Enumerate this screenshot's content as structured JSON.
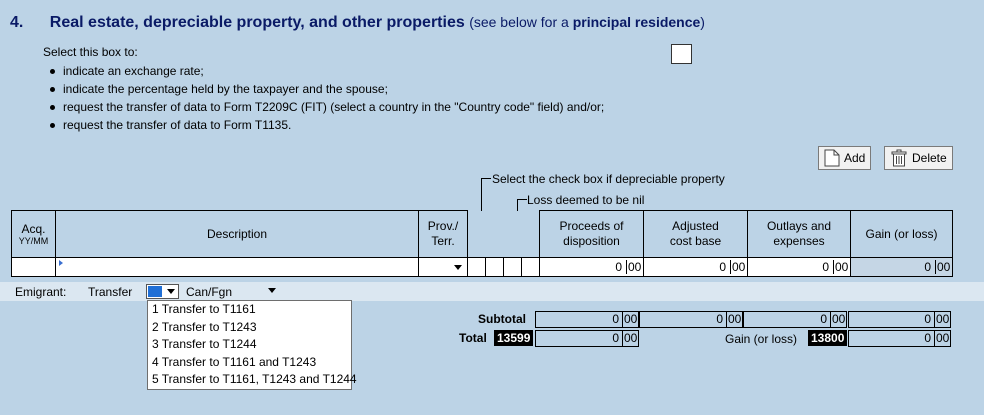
{
  "section": {
    "number": "4.",
    "title": "Real estate, depreciable property, and other properties",
    "note_pre": "(see below for a ",
    "note_bold": "principal residence",
    "note_post": ")"
  },
  "intro": "Select this box to:",
  "bullets": [
    "indicate an exchange rate;",
    "indicate the percentage held by the taxpayer and the spouse;",
    "request the transfer of data to Form T2209C (FIT) (select a country in the \"Country code\" field) and/or;",
    "request the transfer of data to Form T1135."
  ],
  "buttons": {
    "add": "Add",
    "delete": "Delete"
  },
  "checkbox_notes": {
    "depreciable": "Select the check box if depreciable property",
    "loss_nil": "Loss deemed to be nil"
  },
  "table": {
    "headers": {
      "acq": "Acq.",
      "acq_sub": "YY/MM",
      "description": "Description",
      "prov1": "Prov./",
      "prov2": "Terr.",
      "proceeds1": "Proceeds of",
      "proceeds2": "disposition",
      "acb1": "Adjusted",
      "acb2": "cost base",
      "outlays1": "Outlays and",
      "outlays2": "expenses",
      "gain": "Gain (or loss)"
    },
    "row": {
      "proceeds": "0",
      "proceeds_dec": "00",
      "acb": "0",
      "acb_dec": "00",
      "outlays": "0",
      "outlays_dec": "00",
      "gain": "0",
      "gain_dec": "00"
    }
  },
  "emigrant": {
    "label": "Emigrant:",
    "transfer": "Transfer",
    "can_fgn": "Can/Fgn",
    "options": [
      "1 Transfer to T1161",
      "2 Transfer to T1243",
      "3 Transfer to T1244",
      "4 Transfer to T1161 and T1243",
      "5 Transfer to T1161, T1243 and T1244"
    ]
  },
  "totals": {
    "subtotal_label": "Subtotal",
    "total_label": "Total",
    "total_code": "13599",
    "gain_label": "Gain (or loss)",
    "gain_code": "13800",
    "int": "0",
    "dec": "00"
  },
  "colors": {
    "background": "#bcd3e6",
    "title": "#0a1a66",
    "selected": "#1f6fd6"
  }
}
